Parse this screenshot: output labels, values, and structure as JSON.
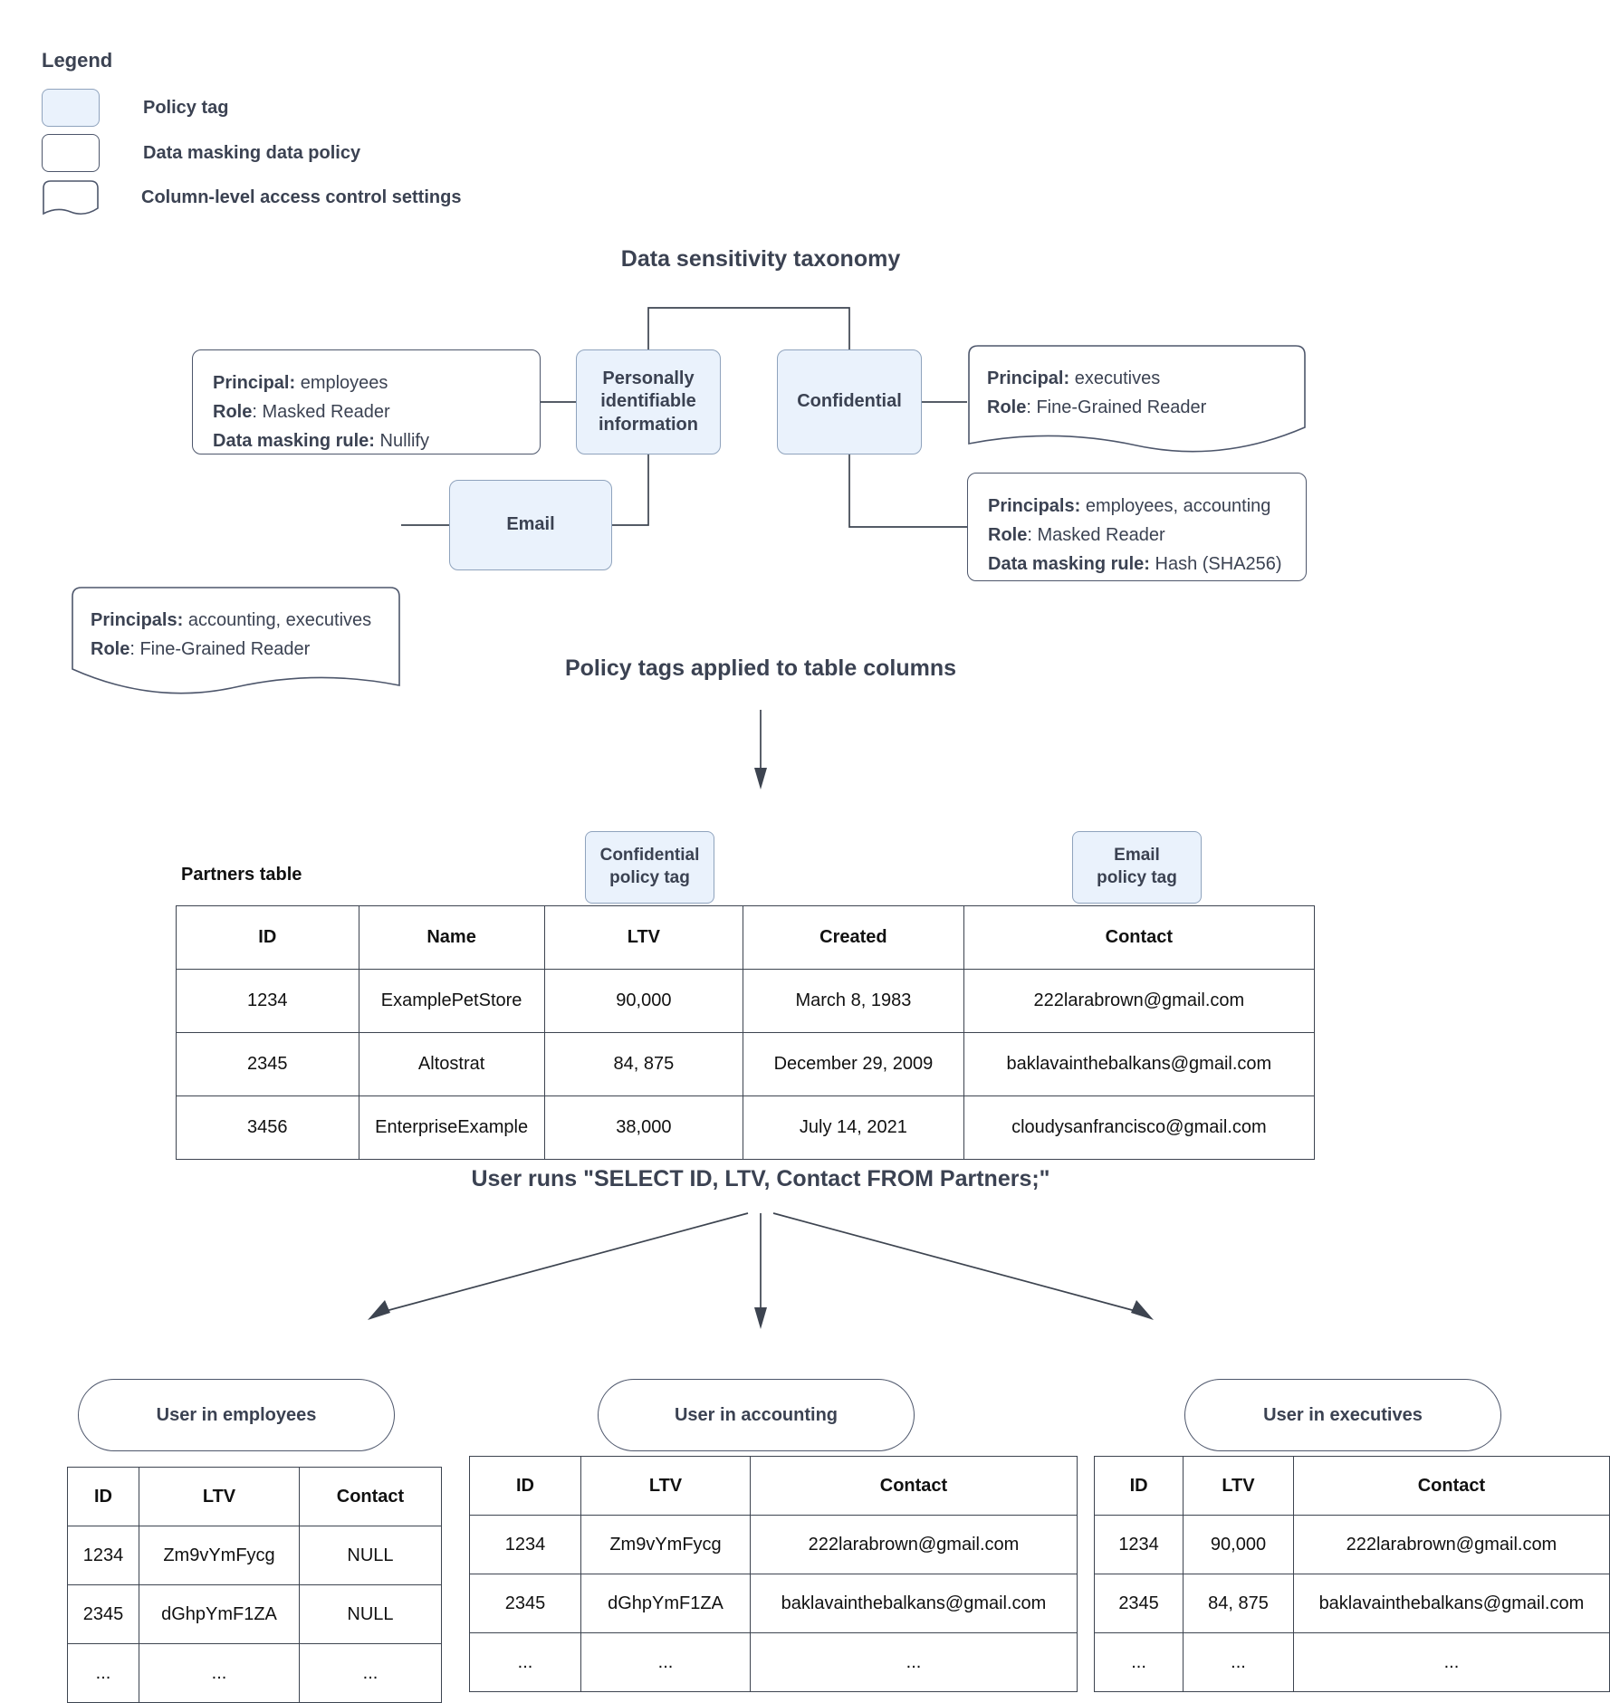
{
  "legend": {
    "title": "Legend",
    "items": [
      {
        "label": "Policy tag",
        "swatch": "policy-tag-swatch"
      },
      {
        "label": "Data masking data policy",
        "swatch": "data-masking-swatch"
      },
      {
        "label": "Column-level access control settings",
        "swatch": "column-level-access-swatch"
      }
    ]
  },
  "colors": {
    "policy_tag_fill": "#eaf2fc",
    "policy_tag_border": "#8fa3bd",
    "box_border": "#4d566b",
    "text": "#3b4252",
    "table_border": "#3d4450",
    "background": "#ffffff"
  },
  "taxonomy": {
    "title": "Data sensitivity taxonomy",
    "nodes": {
      "pii": "Personally identifiable information",
      "confidential": "Confidential",
      "email": "Email"
    },
    "pii_policy": {
      "principal_key": "Principal:",
      "principal_value": " employees",
      "role_key": "Role",
      "role_value": ": Masked Reader",
      "rule_key": "Data masking rule:",
      "rule_value": " Nullify"
    },
    "email_access": {
      "principals_key": "Principals:",
      "principals_value": " accounting, executives",
      "role_key": "Role",
      "role_value": ": Fine-Grained Reader"
    },
    "confidential_access": {
      "principal_key": "Principal:",
      "principal_value": " executives",
      "role_key": "Role",
      "role_value": ": Fine-Grained Reader"
    },
    "confidential_policy": {
      "principals_key": "Principals:",
      "principals_value": " employees, accounting",
      "role_key": "Role",
      "role_value": ": Masked Reader",
      "rule_key": "Data masking rule:",
      "rule_value": " Hash (SHA256)"
    }
  },
  "policy_tags_section": {
    "title": "Policy tags applied to table columns",
    "partners_label": "Partners table",
    "chips": [
      {
        "name": "Confidential",
        "suffix": "policy tag"
      },
      {
        "name": "Email",
        "suffix": "policy tag"
      }
    ],
    "table": {
      "columns": [
        "ID",
        "Name",
        "LTV",
        "Created",
        "Contact"
      ],
      "rows": [
        [
          "1234",
          "ExamplePetStore",
          "90,000",
          "March 8, 1983",
          "222larabrown@gmail.com"
        ],
        [
          "2345",
          "Altostrat",
          "84, 875",
          "December 29, 2009",
          "baklavainthebalkans@gmail.com"
        ],
        [
          "3456",
          "EnterpriseExample",
          "38,000",
          "July 14, 2021",
          "cloudysanfrancisco@gmail.com"
        ]
      ]
    }
  },
  "query_section": {
    "title": "User runs \"SELECT ID, LTV, Contact FROM Partners;\"",
    "results": [
      {
        "pill": "User in employees",
        "columns": [
          "ID",
          "LTV",
          "Contact"
        ],
        "rows": [
          [
            "1234",
            "Zm9vYmFycg",
            "NULL"
          ],
          [
            "2345",
            "dGhpYmF1ZA",
            "NULL"
          ],
          [
            "...",
            "...",
            "..."
          ]
        ]
      },
      {
        "pill": "User in accounting",
        "columns": [
          "ID",
          "LTV",
          "Contact"
        ],
        "rows": [
          [
            "1234",
            "Zm9vYmFycg",
            "222larabrown@gmail.com"
          ],
          [
            "2345",
            "dGhpYmF1ZA",
            "baklavainthebalkans@gmail.com"
          ],
          [
            "...",
            "...",
            "..."
          ]
        ]
      },
      {
        "pill": "User in executives",
        "columns": [
          "ID",
          "LTV",
          "Contact"
        ],
        "rows": [
          [
            "1234",
            "90,000",
            "222larabrown@gmail.com"
          ],
          [
            "2345",
            "84, 875",
            "baklavainthebalkans@gmail.com"
          ],
          [
            "...",
            "...",
            "..."
          ]
        ]
      }
    ]
  }
}
